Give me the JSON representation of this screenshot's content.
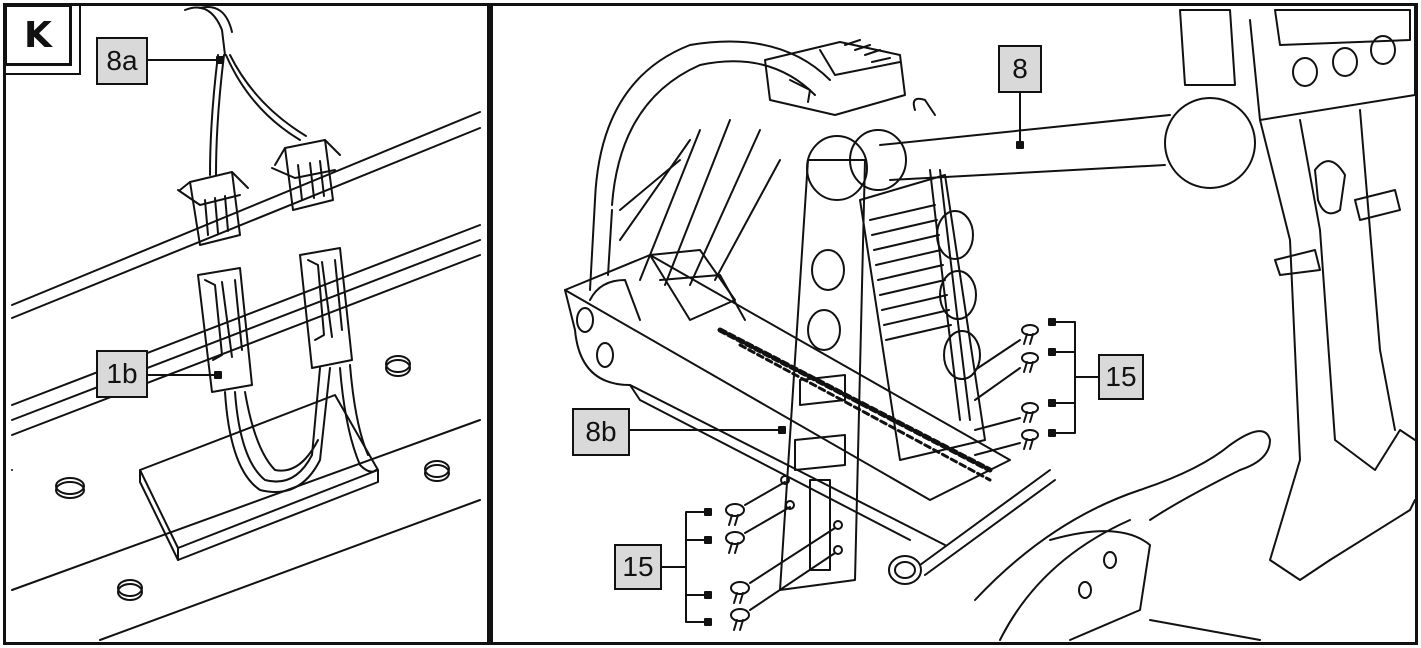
{
  "step": {
    "letter": "K"
  },
  "callouts": {
    "c8a": "8a",
    "c1b": "1b",
    "c8": "8",
    "c8b": "8b",
    "c15_right": "15",
    "c15_left": "15"
  },
  "colors": {
    "line": "#111111",
    "label_fill": "#d9d9d9",
    "background": "#ffffff"
  }
}
